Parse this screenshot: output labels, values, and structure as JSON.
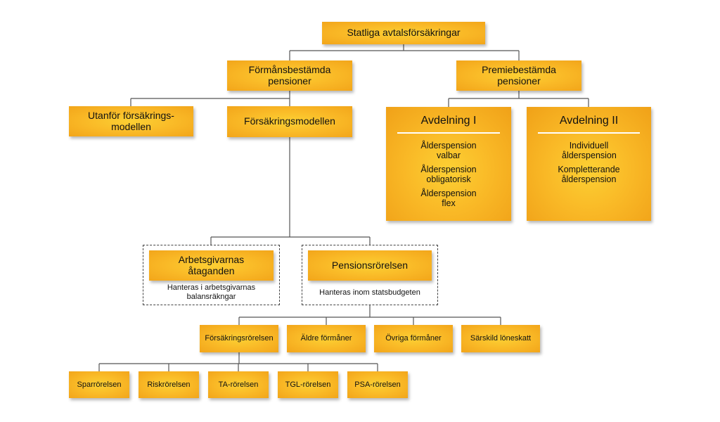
{
  "root": "Statliga avtalsförsäkringar",
  "formansbestamda": "Förmånsbestämda pensioner",
  "premiebestamda": "Premiebestämda pensioner",
  "utanfor": "Utanför försäkrings-modellen",
  "forsakringsmodellen": "Försäkringsmodellen",
  "avdelning1": {
    "title": "Avdelning I",
    "items": [
      "Ålderspension valbar",
      "Ålderspension obligatorisk",
      "Ålderspension flex"
    ]
  },
  "avdelning2": {
    "title": "Avdelning II",
    "items": [
      "Individuell ålderspension",
      "Kompletterande ålderspension"
    ]
  },
  "arbetsgivarnas": {
    "title": "Arbetsgivarnas åtaganden",
    "note": "Hanteras i arbetsgivarnas balansräkngar"
  },
  "pensionsrorelsen": {
    "title": "Pensionsrörelsen",
    "note": "Hanteras inom statsbudgeten"
  },
  "level4": [
    "Försäkringsrörelsen",
    "Äldre förmåner",
    "Övriga förmåner",
    "Särskild löneskatt"
  ],
  "level5": [
    "Sparrörelsen",
    "Riskrörelsen",
    "TA-rörelsen",
    "TGL-rörelsen",
    "PSA-rörelsen"
  ],
  "colors": {
    "box": "#f9b826",
    "box_light": "#fcd033",
    "line": "#555555"
  }
}
